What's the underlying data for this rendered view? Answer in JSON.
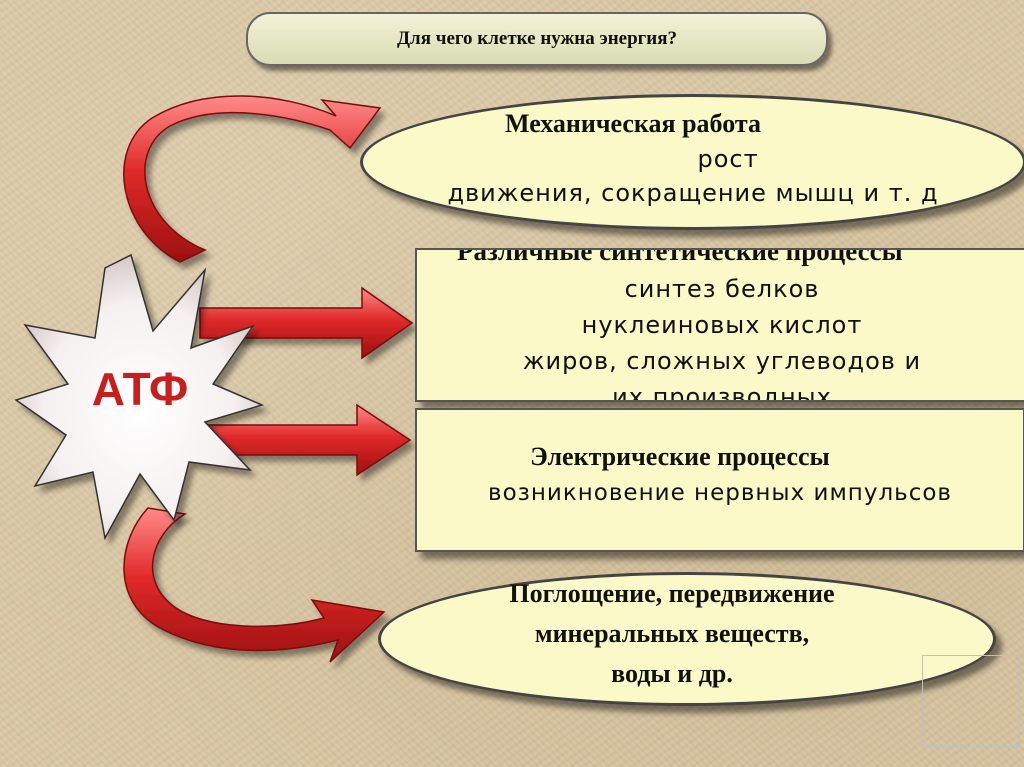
{
  "title": "Для чего клетке нужна энергия?",
  "center": {
    "label": "АТФ"
  },
  "nodes": [
    {
      "heading": "Механическая работа",
      "lines": [
        "рост",
        "движения, сокращение мышц и т. д"
      ]
    },
    {
      "heading": "Различные синтетические процессы",
      "lines": [
        "синтез белков",
        "нуклеиновых кислот",
        "жиров, сложных углеводов и",
        "их производных"
      ]
    },
    {
      "heading": "Электрические процессы",
      "lines": [
        "возникновение нервных импульсов"
      ]
    },
    {
      "heading": "",
      "lines": [
        "Поглощение, передвижение",
        "минеральных веществ,",
        "воды и др."
      ]
    }
  ],
  "colors": {
    "arrow": "#e23a3a",
    "star_fill": "#ffffff",
    "box_fill": "#fbf9c8",
    "atf_text": "#c81e1e"
  }
}
